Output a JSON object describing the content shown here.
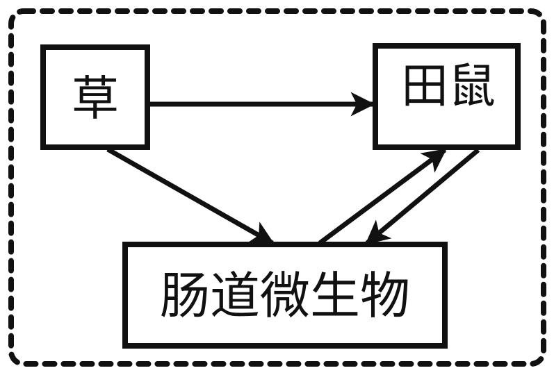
{
  "diagram": {
    "nodes": {
      "grass": {
        "label": "草"
      },
      "field_mouse": {
        "label": "田鼠"
      },
      "gut_microbes": {
        "label": "肠道微生物"
      }
    },
    "edges": [
      {
        "from": "grass",
        "to": "field_mouse"
      },
      {
        "from": "grass",
        "to": "gut_microbes"
      },
      {
        "from": "gut_microbes",
        "to": "field_mouse"
      },
      {
        "from": "field_mouse",
        "to": "gut_microbes"
      }
    ],
    "colors": {
      "stroke": "#111111",
      "background": "#ffffff"
    }
  }
}
